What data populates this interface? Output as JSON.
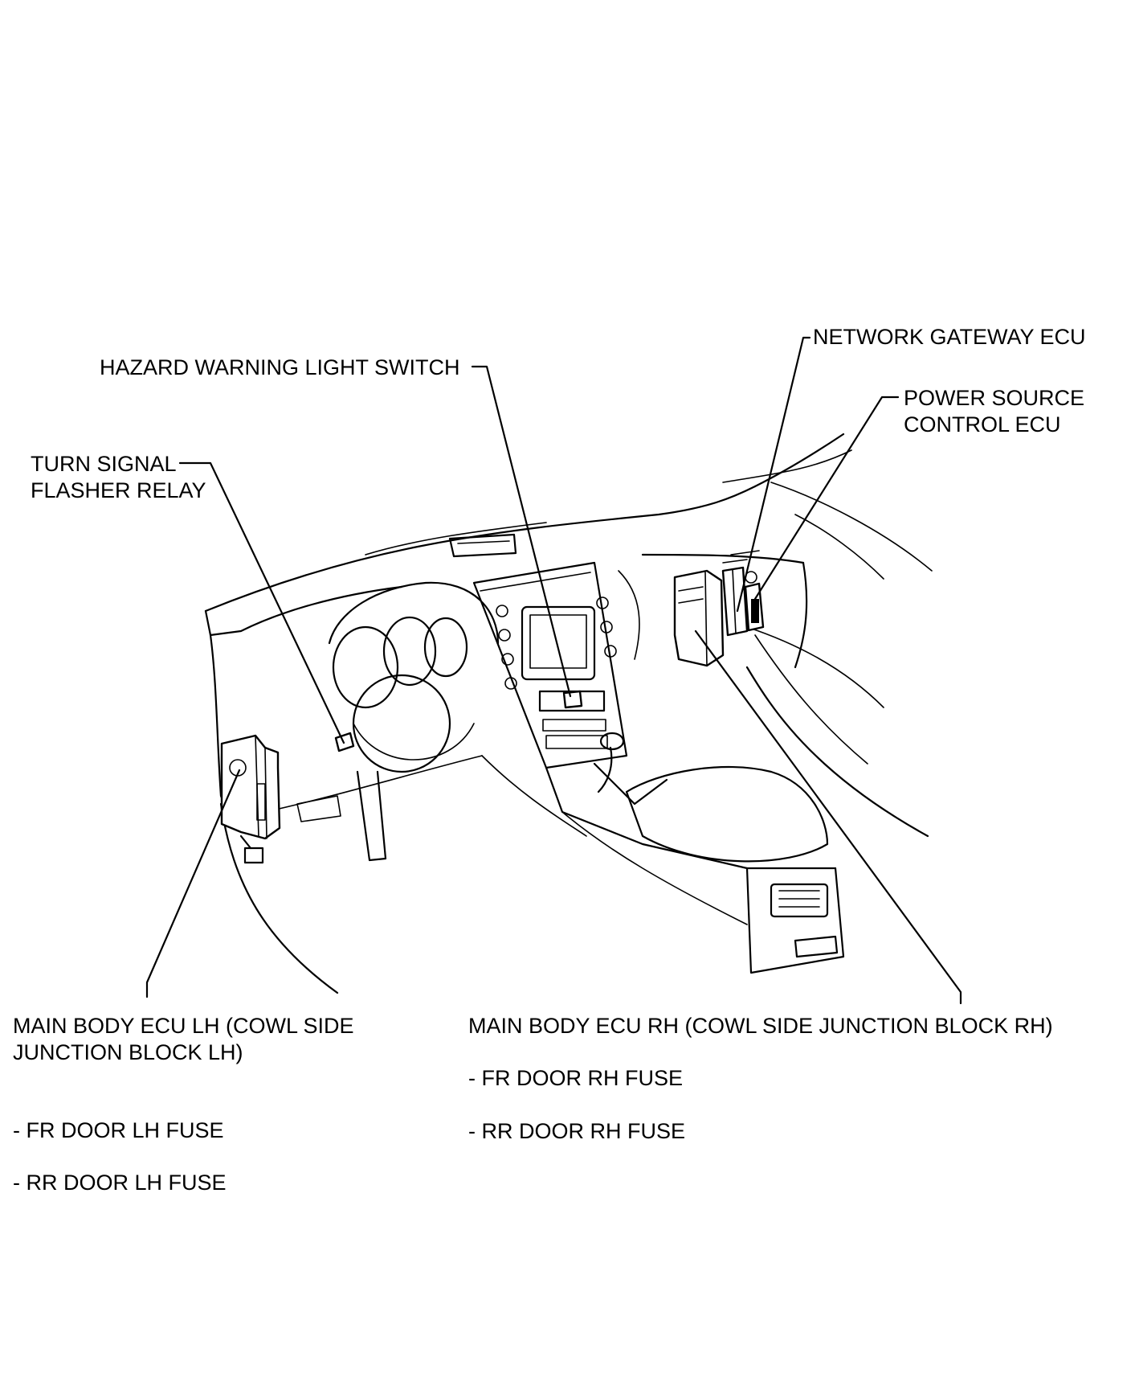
{
  "labels": {
    "hazard_switch": "HAZARD WARNING LIGHT SWITCH",
    "network_gateway": "NETWORK GATEWAY ECU",
    "power_source_1": "POWER SOURCE",
    "power_source_2": "CONTROL ECU",
    "turn_signal_1": "TURN SIGNAL",
    "turn_signal_2": "FLASHER RELAY",
    "main_lh_1": "MAIN BODY ECU LH (COWL SIDE",
    "main_lh_2": "JUNCTION BLOCK LH)",
    "main_rh": "MAIN BODY ECU RH (COWL SIDE JUNCTION BLOCK RH)"
  },
  "fuses": {
    "fr_door_lh": "- FR DOOR LH FUSE",
    "rr_door_lh": "- RR DOOR LH FUSE",
    "fr_door_rh": "- FR DOOR RH FUSE",
    "rr_door_rh": "- RR DOOR RH FUSE"
  }
}
